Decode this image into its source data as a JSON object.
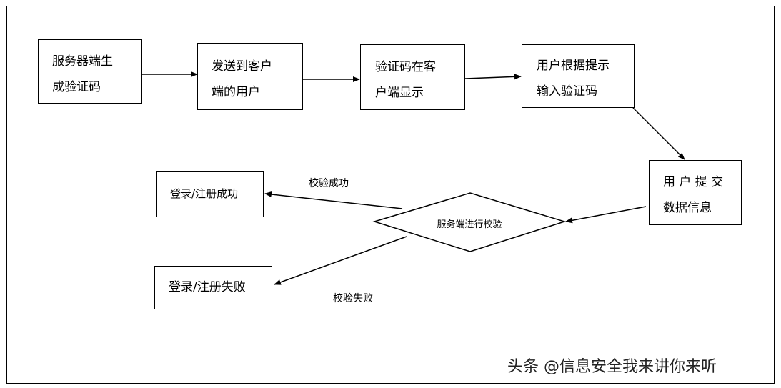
{
  "diagram": {
    "steps": {
      "generate": [
        "服务器端生",
        "成验证码"
      ],
      "send": [
        "发送到客户",
        "端的用户"
      ],
      "display": [
        "验证码在客",
        "户端显示"
      ],
      "input": [
        "用户根据提示",
        "输入验证码"
      ],
      "submit": [
        "用 户 提 交",
        "数据信息"
      ]
    },
    "decision": "服务端进行校验",
    "outcomes": {
      "success_result": "登录/注册成功",
      "fail_result": "登录/注册失败"
    },
    "edge_labels": {
      "success": "校验成功",
      "fail": "校验失败"
    }
  },
  "watermark": "头条 @信息安全我来讲你来听"
}
